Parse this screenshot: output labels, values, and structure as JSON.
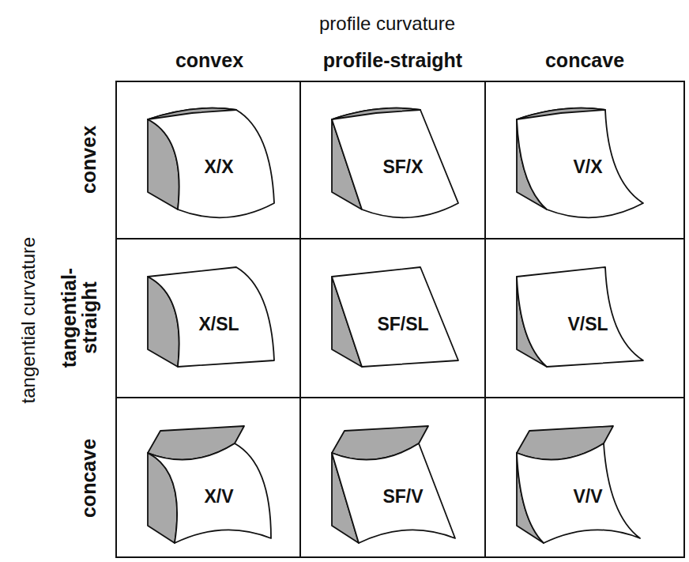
{
  "diagram": {
    "labels": [
      "profile curvature",
      "convex",
      "profile-straight",
      "concave",
      "tangential curvature",
      "convex",
      "tangential- straight",
      "concave",
      "X/X",
      "SF/X",
      "V/X",
      "X/SL",
      "SF/SL",
      "V/SL",
      "X/V",
      "SF/V",
      "V/V"
    ]
  }
}
